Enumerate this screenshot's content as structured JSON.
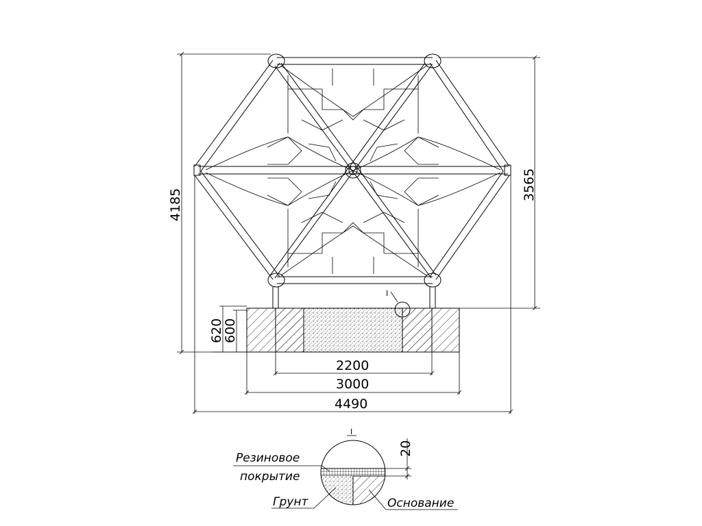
{
  "dimensions": {
    "total_height": "4185",
    "frame_height": "3565",
    "depth_total": "620",
    "depth_inner": "600",
    "width_inner": "2200",
    "width_pit": "3000",
    "width_total": "4490",
    "layer_thickness": "20"
  },
  "detail": {
    "marker": "I",
    "label_rubber_line1": "Резиновое",
    "label_rubber_line2": "покрытие",
    "label_soil": "Грунт",
    "label_base": "Основание"
  }
}
